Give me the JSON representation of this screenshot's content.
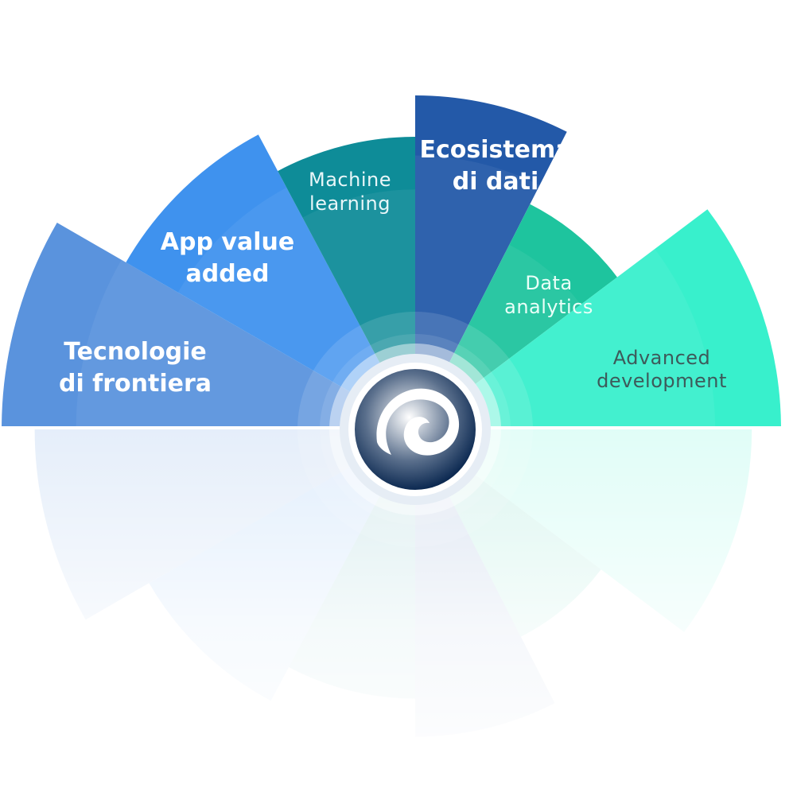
{
  "segments": [
    {
      "id": "tecnologie",
      "lines": [
        "Tecnologie",
        "di frontiera"
      ],
      "color": "#5a93dd",
      "text_color": "#ffffff",
      "weight": "bold"
    },
    {
      "id": "app-value",
      "lines": [
        "App value",
        "added"
      ],
      "color": "#3f92ee",
      "text_color": "#ffffff",
      "weight": "bold"
    },
    {
      "id": "machine-learning",
      "lines": [
        "Machine",
        "learning"
      ],
      "color": "#0e8c98",
      "text_color": "#e8f6f8",
      "weight": "light"
    },
    {
      "id": "ecosistema",
      "lines": [
        "Ecosistema",
        "di dati"
      ],
      "color": "#2359a8",
      "text_color": "#ffffff",
      "weight": "bold"
    },
    {
      "id": "data-analytics",
      "lines": [
        "Data",
        "analytics"
      ],
      "color": "#1ec49e",
      "text_color": "#eafff8",
      "weight": "light"
    },
    {
      "id": "advanced-dev",
      "lines": [
        "Advanced",
        "development"
      ],
      "color": "#38f0cc",
      "text_color": "#3d5a5a",
      "weight": "light"
    }
  ],
  "center_logo": {
    "icon": "spiral-logo-icon",
    "color_dark": "#0d2a52",
    "color_light": "#ffffff"
  }
}
